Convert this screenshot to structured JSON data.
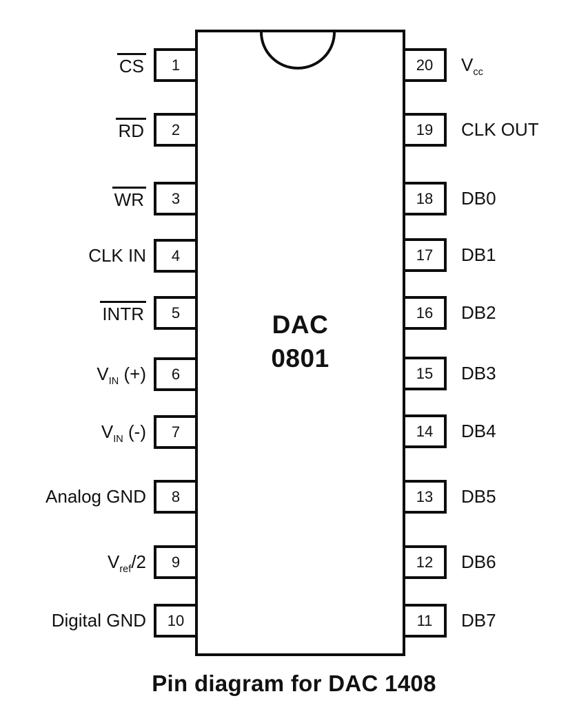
{
  "chip": {
    "name_line1": "DAC",
    "name_line2": "0801"
  },
  "caption": "Pin diagram for DAC 1408",
  "colors": {
    "ink": "#0d0d0d",
    "background": "#ffffff"
  },
  "pins": {
    "left": [
      {
        "number": "1",
        "label": "CS",
        "overline": true
      },
      {
        "number": "2",
        "label": "RD",
        "overline": true
      },
      {
        "number": "3",
        "label": "WR",
        "overline": true
      },
      {
        "number": "4",
        "label": "CLK IN"
      },
      {
        "number": "5",
        "label": "INTR",
        "overline": true
      },
      {
        "number": "6",
        "pre": "V",
        "sub": "IN",
        "post": " (+)"
      },
      {
        "number": "7",
        "pre": "V",
        "sub": "IN",
        "post": " (-)"
      },
      {
        "number": "8",
        "label": "Analog GND"
      },
      {
        "number": "9",
        "pre": "V",
        "sub": "ref",
        "post": "/2"
      },
      {
        "number": "10",
        "label": "Digital GND"
      }
    ],
    "right": [
      {
        "number": "20",
        "pre": "V",
        "sub": "cc",
        "post": ""
      },
      {
        "number": "19",
        "label": "CLK OUT"
      },
      {
        "number": "18",
        "label": "DB0"
      },
      {
        "number": "17",
        "label": "DB1"
      },
      {
        "number": "16",
        "label": "DB2"
      },
      {
        "number": "15",
        "label": "DB3"
      },
      {
        "number": "14",
        "label": "DB4"
      },
      {
        "number": "13",
        "label": "DB5"
      },
      {
        "number": "12",
        "label": "DB6"
      },
      {
        "number": "11",
        "label": "DB7"
      }
    ]
  }
}
